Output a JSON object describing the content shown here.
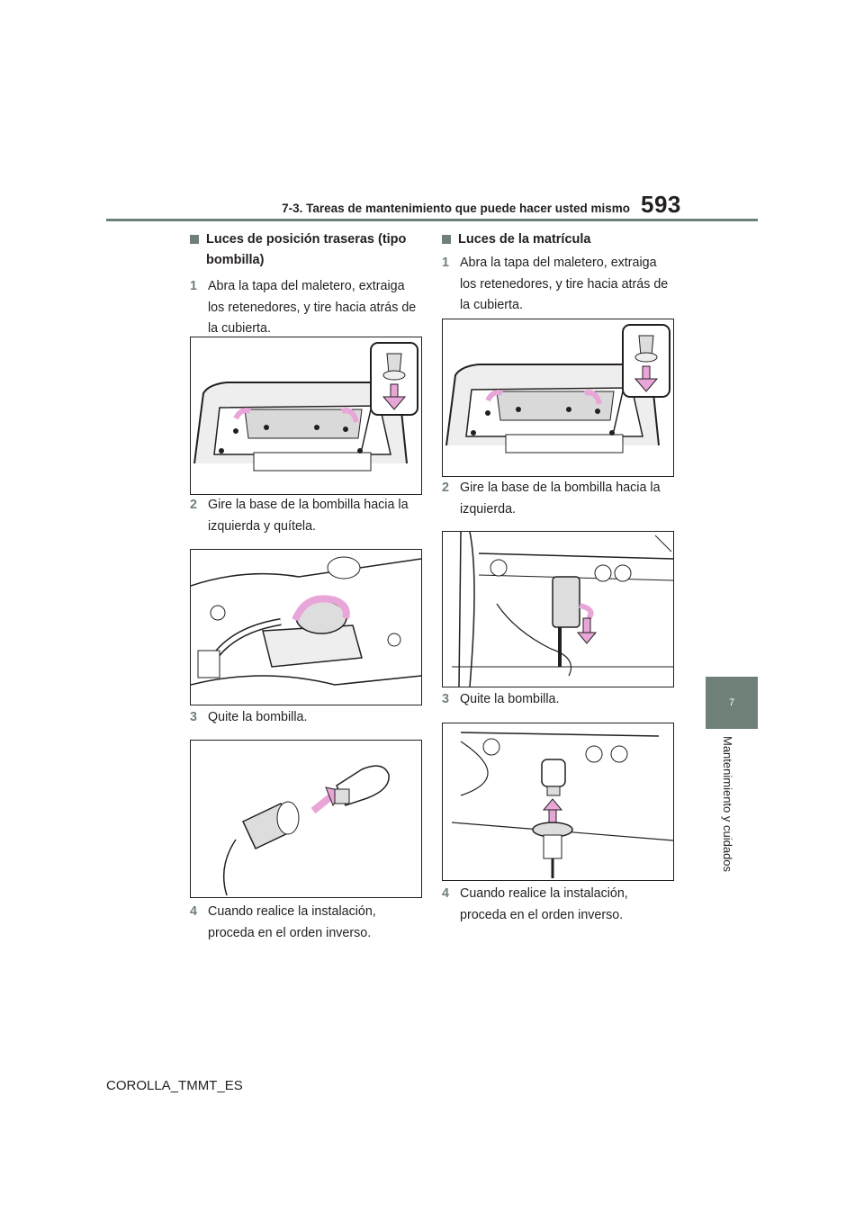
{
  "header": {
    "section_title": "7-3. Tareas de mantenimiento que puede hacer usted mismo",
    "page_number": "593"
  },
  "side_tab": {
    "chapter_number": "7",
    "chapter_title": "Mantenimiento y cuidados"
  },
  "left_column": {
    "heading": "Luces de posición traseras (tipo bombilla)",
    "steps": [
      {
        "num": "1",
        "text": "Abra la tapa del maletero, extraiga los retenedores, y tire hacia atrás de la cubierta."
      },
      {
        "num": "2",
        "text": "Gire la base de la bombilla hacia la izquierda y quítela."
      },
      {
        "num": "3",
        "text": "Quite la bombilla."
      },
      {
        "num": "4",
        "text": "Cuando realice la instalación, proceda en el orden inverso."
      }
    ]
  },
  "right_column": {
    "heading": "Luces de la matrícula",
    "steps": [
      {
        "num": "1",
        "text": "Abra la tapa del maletero, extraiga los retenedores, y tire hacia atrás de la cubierta."
      },
      {
        "num": "2",
        "text": "Gire la base de la bombilla hacia la izquierda."
      },
      {
        "num": "3",
        "text": "Quite la bombilla."
      },
      {
        "num": "4",
        "text": "Cuando realice la instalación, proceda en el orden inverso."
      }
    ]
  },
  "footer": {
    "doc_code": "COROLLA_TMMT_ES"
  },
  "colors": {
    "accent": "#6f8079",
    "arrow": "#e8a6d8",
    "line": "#231f20"
  }
}
